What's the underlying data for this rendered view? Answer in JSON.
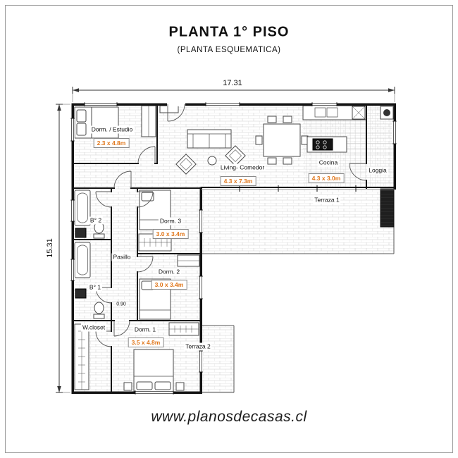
{
  "header": {
    "title": "PLANTA 1° PISO",
    "subtitle": "(PLANTA ESQUEMATICA)"
  },
  "dims": {
    "total_width": "17.31",
    "total_height": "15.31",
    "door_width": "0.90"
  },
  "rooms": {
    "dorm_estudio": {
      "name": "Dorm. / Estudio",
      "size": "2.3 x 4.8m"
    },
    "living": {
      "name": "Living- Comedor",
      "size": "4.3 x 7.3m"
    },
    "cocina": {
      "name": "Cocina",
      "size": "4.3 x 3.0m"
    },
    "loggia": {
      "name": "Loggia"
    },
    "terraza1": {
      "name": "Terraza 1"
    },
    "dorm3": {
      "name": "Dorm. 3",
      "size": "3.0 x 3.4m"
    },
    "bano2": {
      "name": "B° 2"
    },
    "pasillo": {
      "name": "Pasillo"
    },
    "dorm2": {
      "name": "Dorm. 2",
      "size": "3.0 x 3.4m"
    },
    "bano1": {
      "name": "B° 1"
    },
    "wcloset": {
      "name": "W.closet"
    },
    "dorm1": {
      "name": "Dorm. 1",
      "size": "3.5 x 4.8m"
    },
    "terraza2": {
      "name": "Terraza 2"
    }
  },
  "footer": {
    "url": "www.planosdecasas.cl"
  },
  "colors": {
    "size_text": "#e0761a",
    "wall": "#141414",
    "floor_hatch": "#dcdcdc"
  }
}
